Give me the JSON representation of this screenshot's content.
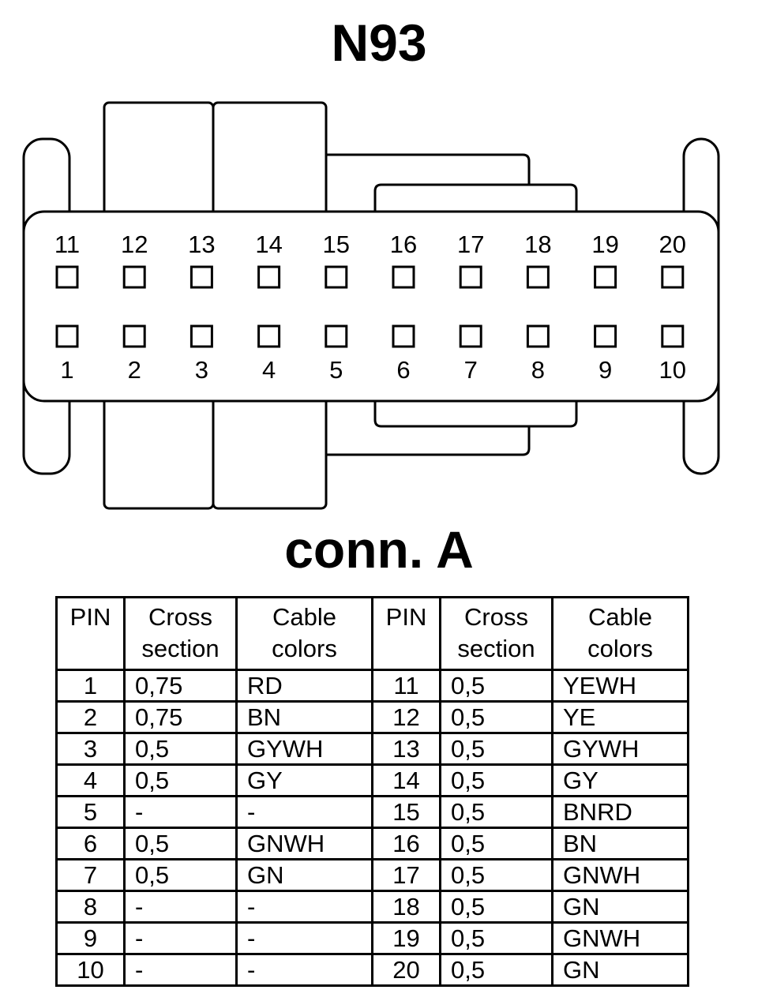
{
  "title": "N93",
  "subtitle": "conn. A",
  "connector": {
    "top_row": [
      "11",
      "12",
      "13",
      "14",
      "15",
      "16",
      "17",
      "18",
      "19",
      "20"
    ],
    "bottom_row": [
      "1",
      "2",
      "3",
      "4",
      "5",
      "6",
      "7",
      "8",
      "9",
      "10"
    ]
  },
  "table": {
    "headers": {
      "pin": "PIN",
      "cross_1": "Cross",
      "cross_2": "section",
      "cable_1": "Cable",
      "cable_2": "colors"
    },
    "rows": [
      {
        "pin": "1",
        "cross": "0,75",
        "color": "RD",
        "pin2": "11",
        "cross2": "0,5",
        "color2": "YEWH"
      },
      {
        "pin": "2",
        "cross": "0,75",
        "color": "BN",
        "pin2": "12",
        "cross2": "0,5",
        "color2": "YE"
      },
      {
        "pin": "3",
        "cross": "0,5",
        "color": "GYWH",
        "pin2": "13",
        "cross2": "0,5",
        "color2": "GYWH"
      },
      {
        "pin": "4",
        "cross": "0,5",
        "color": "GY",
        "pin2": "14",
        "cross2": "0,5",
        "color2": "GY"
      },
      {
        "pin": "5",
        "cross": "-",
        "color": "-",
        "pin2": "15",
        "cross2": "0,5",
        "color2": "BNRD"
      },
      {
        "pin": "6",
        "cross": "0,5",
        "color": "GNWH",
        "pin2": "16",
        "cross2": "0,5",
        "color2": "BN"
      },
      {
        "pin": "7",
        "cross": "0,5",
        "color": "GN",
        "pin2": "17",
        "cross2": "0,5",
        "color2": "GNWH"
      },
      {
        "pin": "8",
        "cross": "-",
        "color": "-",
        "pin2": "18",
        "cross2": "0,5",
        "color2": "GN"
      },
      {
        "pin": "9",
        "cross": "-",
        "color": "-",
        "pin2": "19",
        "cross2": "0,5",
        "color2": "GNWH"
      },
      {
        "pin": "10",
        "cross": "-",
        "color": "-",
        "pin2": "20",
        "cross2": "0,5",
        "color2": "GN"
      }
    ]
  }
}
